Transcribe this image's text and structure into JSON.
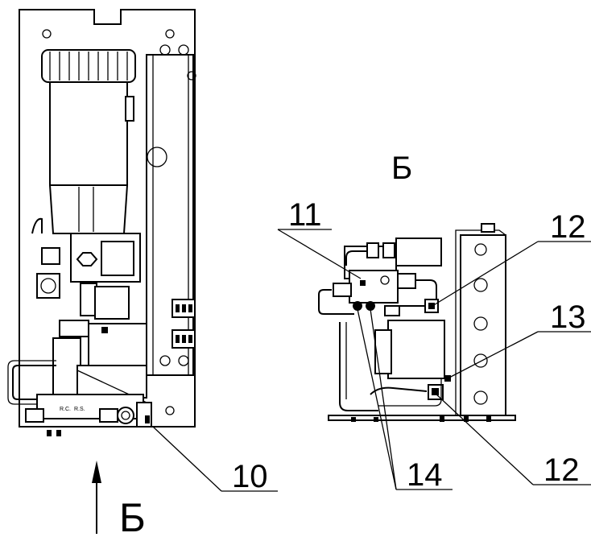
{
  "view_label": "Б",
  "arrow_label": "Б",
  "callouts": {
    "c10": "10",
    "c11": "11",
    "c12_top": "12",
    "c13": "13",
    "c12_bottom": "12",
    "c14": "14"
  },
  "vent_labels": [
    "R.C.",
    "R.S."
  ]
}
